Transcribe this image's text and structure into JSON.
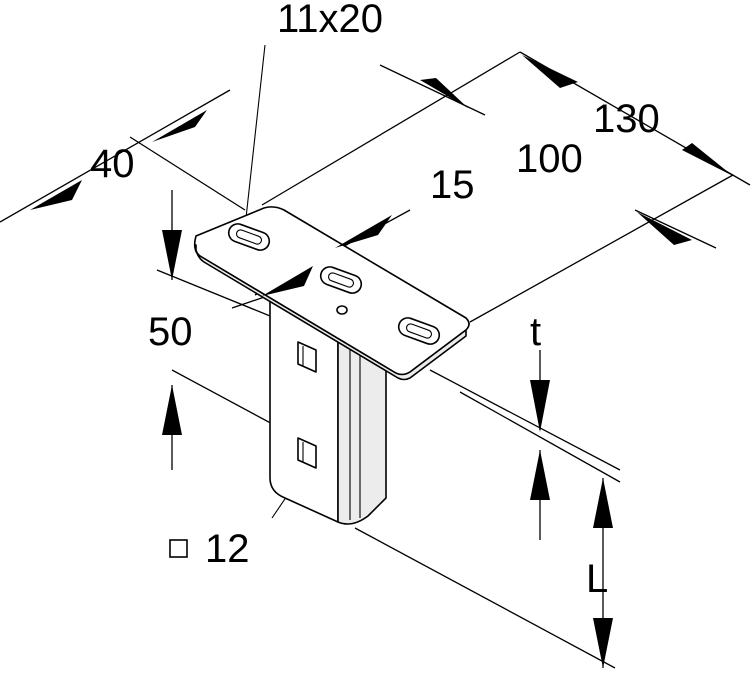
{
  "dimensions": {
    "slot": "11x20",
    "width_40": "40",
    "slot_pitch_15": "15",
    "length_100": "100",
    "length_130": "130",
    "height_50": "50",
    "thickness": "t",
    "square_hole": "12",
    "length_L": "L"
  },
  "icons": {
    "square_hole_symbol": "square-hole-icon"
  }
}
